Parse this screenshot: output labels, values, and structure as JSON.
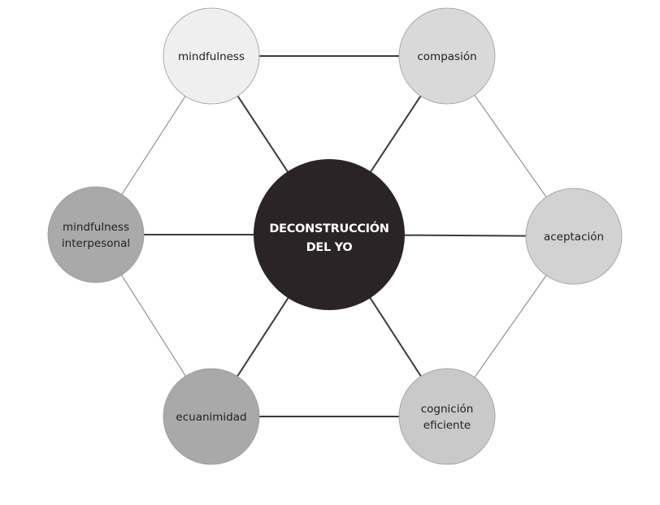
{
  "diagram": {
    "center": {
      "label_lines": [
        "DECONSTRUCCIÓN",
        "DEL YO"
      ],
      "fill": "#2a2426"
    },
    "nodes": [
      {
        "id": "mindfulness",
        "label_lines": [
          "mindfulness"
        ],
        "fill": "#efefef"
      },
      {
        "id": "compasion",
        "label_lines": [
          "compasión"
        ],
        "fill": "#d9d9d9"
      },
      {
        "id": "aceptacion",
        "label_lines": [
          "aceptación"
        ],
        "fill": "#d2d2d2"
      },
      {
        "id": "cognicion-eficiente",
        "label_lines": [
          "cognición",
          "eficiente"
        ],
        "fill": "#c9c9c9"
      },
      {
        "id": "ecuanimidad",
        "label_lines": [
          "ecuanimidad"
        ],
        "fill": "#a9a9a9"
      },
      {
        "id": "mindfulness-interpersonal",
        "label_lines": [
          "mindfulness",
          "interpesonal"
        ],
        "fill": "#a9a9a9"
      }
    ],
    "outer_links": [
      {
        "from": "mindfulness",
        "to": "compasion",
        "weight": "heavy"
      },
      {
        "from": "compasion",
        "to": "aceptacion",
        "weight": "light"
      },
      {
        "from": "aceptacion",
        "to": "cognicion-eficiente",
        "weight": "light"
      },
      {
        "from": "cognicion-eficiente",
        "to": "ecuanimidad",
        "weight": "heavy"
      },
      {
        "from": "ecuanimidad",
        "to": "mindfulness-interpersonal",
        "weight": "light"
      },
      {
        "from": "mindfulness-interpersonal",
        "to": "mindfulness",
        "weight": "light"
      }
    ],
    "spoke_weight": "heavy",
    "colors": {
      "heavy_line": "#3a3a3a",
      "light_line": "#8a8a8a",
      "node_stroke": "#9a9a9a"
    }
  }
}
